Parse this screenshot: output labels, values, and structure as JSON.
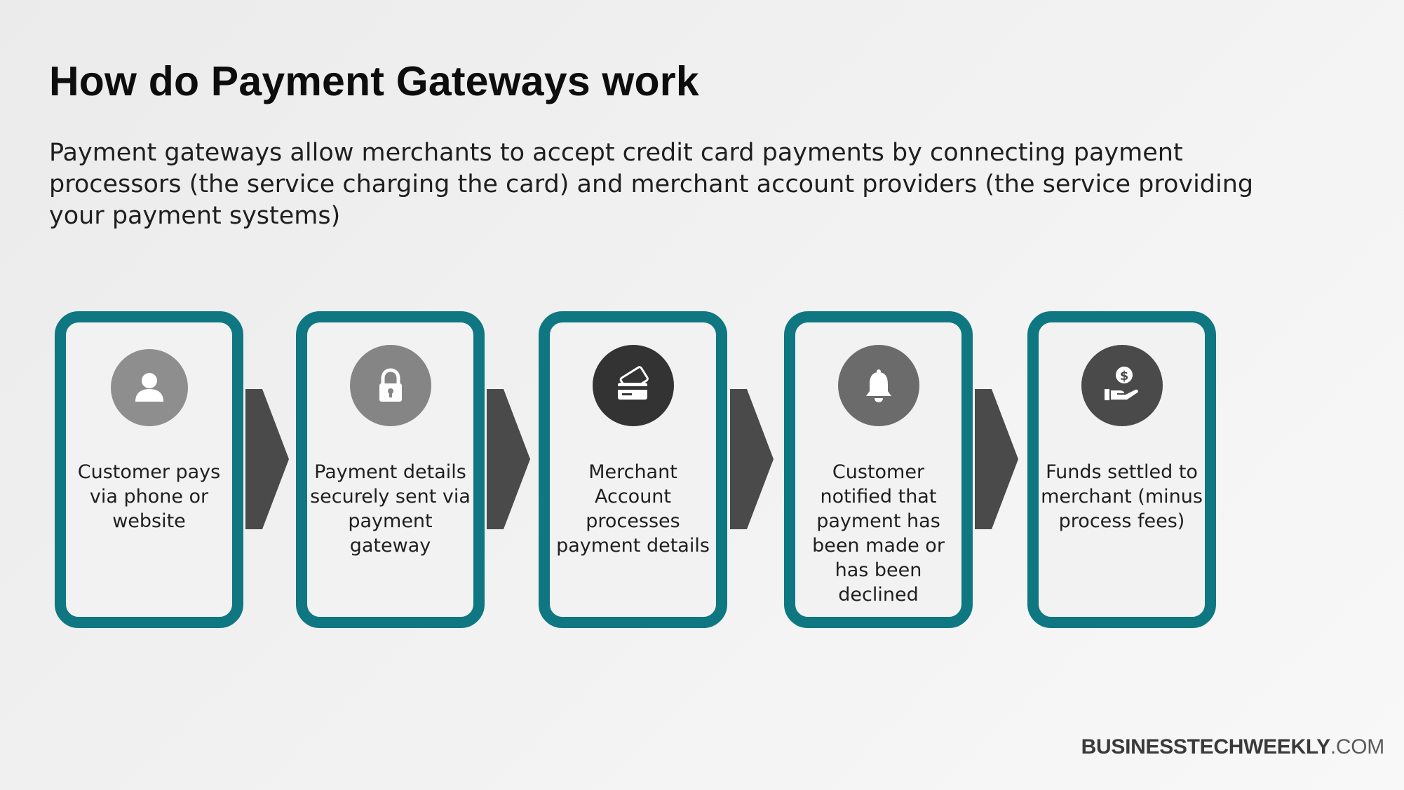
{
  "title": "How do Payment Gateways work",
  "intro": "Payment gateways allow merchants to accept credit card payments by connecting payment processors (the service charging the card) and merchant account providers (the service providing your payment systems)",
  "steps": [
    {
      "label": "Customer pays via phone or website",
      "icon": "user-icon"
    },
    {
      "label": "Payment details securely sent via payment gateway",
      "icon": "lock-icon"
    },
    {
      "label": "Merchant Account processes payment details",
      "icon": "credit-card-icon"
    },
    {
      "label": "Customer notified that payment has been made or has been declined",
      "icon": "bell-icon"
    },
    {
      "label": "Funds settled to merchant (minus process fees)",
      "icon": "money-hand-icon"
    }
  ],
  "brand": {
    "bold": "BUSINESSTECHWEEKLY",
    "light": ".COM"
  },
  "colors": {
    "box_border": "#0f7782",
    "arrow": "#4a4a4a"
  }
}
